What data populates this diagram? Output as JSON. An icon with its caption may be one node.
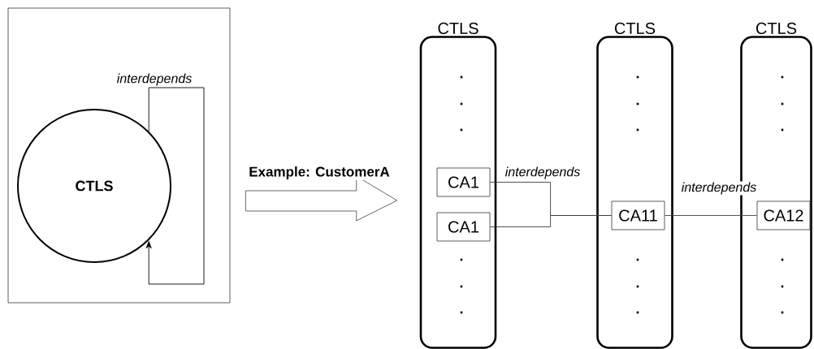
{
  "diagram": {
    "nodes": [
      {
        "text": [],
        "shape": "box"
      },
      {
        "text": [
          "CTLS"
        ],
        "in": 0
      },
      {
        "text": [
          "CTLS"
        ]
      },
      {
        "text": [
          "CA1"
        ],
        "in": 2
      },
      {
        "text": [
          "CA1"
        ],
        "in": 2
      },
      {
        "text": [
          "CTLS"
        ]
      },
      {
        "text": [
          "CA11"
        ],
        "in": 5
      },
      {
        "text": [
          "CTLS"
        ]
      },
      {
        "text": [
          "CA12"
        ],
        "in": 7
      }
    ],
    "edges": [
      {
        "from": 0,
        "to": 2,
        "arrow": "to",
        "label": "Example: CustomerA",
        "style": "thick"
      },
      {
        "from": 1,
        "to": 1,
        "arrow": "to",
        "label": "interdepends"
      },
      {
        "from": 3,
        "to": 6,
        "arrow": "none",
        "label": "interdepends"
      },
      {
        "from": 4,
        "to": 6,
        "arrow": "none"
      },
      {
        "from": 6,
        "to": 8,
        "arrow": "none",
        "label": "interdepends"
      }
    ],
    "labels": [
      ".",
      ".",
      ".",
      ".",
      ".",
      ".",
      ".",
      ".",
      ".",
      ".",
      ".",
      ".",
      ".",
      ".",
      ".",
      ".",
      ".",
      "."
    ]
  }
}
